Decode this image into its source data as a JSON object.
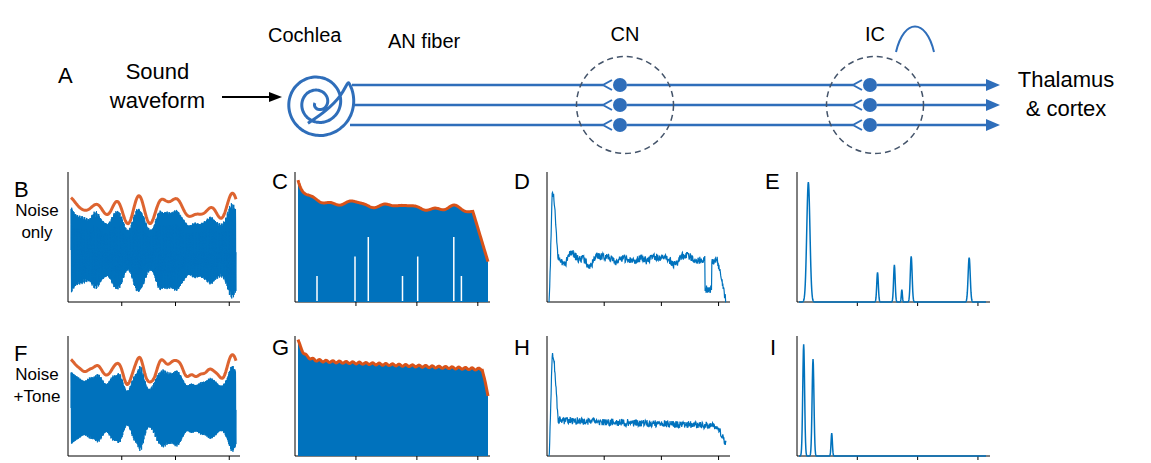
{
  "diagram": {
    "nodes": [
      {
        "text": [
          "CN"
        ]
      },
      {
        "text": [
          "IC"
        ]
      }
    ],
    "edges": [
      {
        "from": 0,
        "to": 1,
        "arrow": "none"
      },
      {
        "from": 0,
        "to": 1,
        "arrow": "none"
      },
      {
        "from": 0,
        "to": 1,
        "arrow": "none"
      }
    ],
    "labels": [
      "A",
      "Sound waveform",
      "Cochlea",
      "AN fiber",
      "Thalamus & cortex",
      "B",
      "Noise only",
      "C",
      "D",
      "E",
      "F",
      "Noise +Tone",
      "G",
      "H",
      "I"
    ]
  }
}
